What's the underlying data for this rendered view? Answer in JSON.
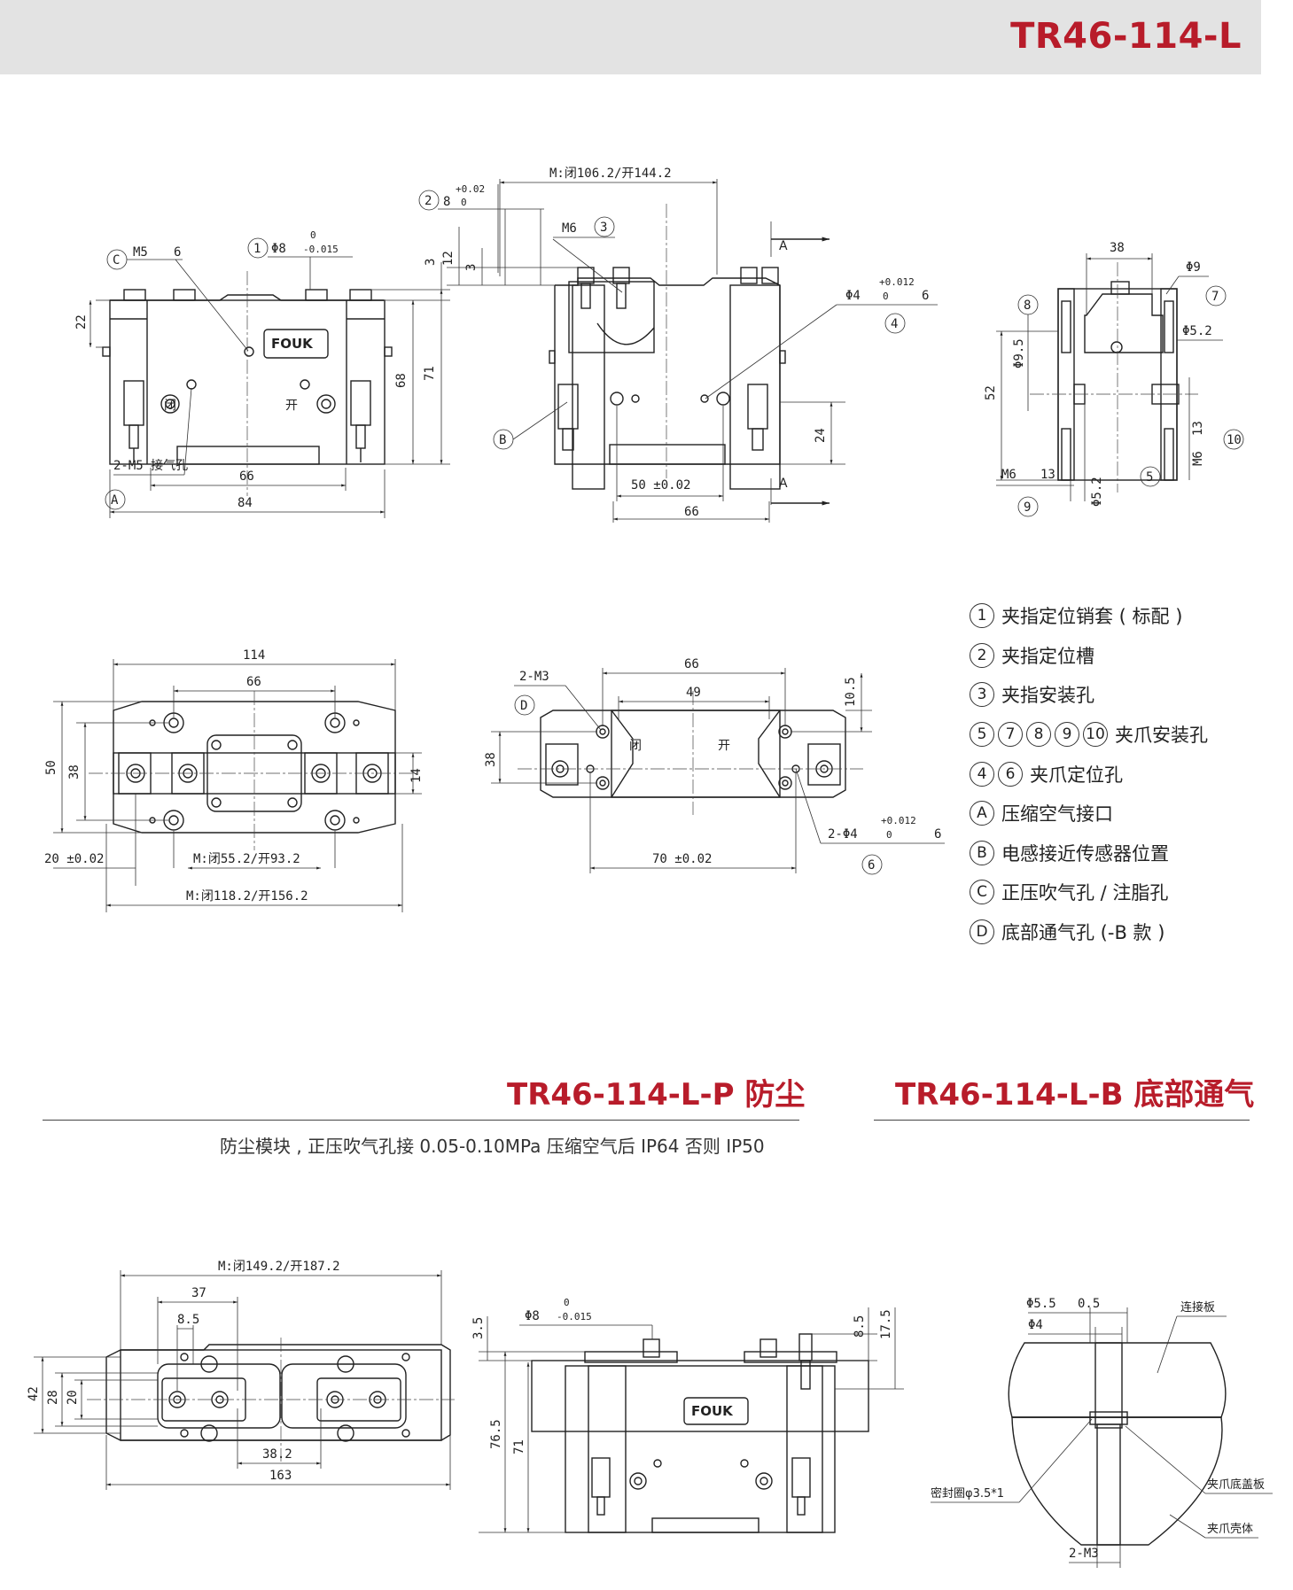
{
  "header": {
    "model": "TR46-114-L"
  },
  "view_front": {
    "labels": {
      "c_hole": "M5",
      "c_depth": "6",
      "pin": "Φ8",
      "pin_tol_upper": "0",
      "pin_tol_lower": "-0.015",
      "dim_3": "3",
      "dim_22": "22",
      "dim_68": "68",
      "dim_71": "71",
      "dim_66": "66",
      "dim_84": "84",
      "air_port": "2-M5 接气孔",
      "close": "闭",
      "open": "开",
      "logo": "FOUK"
    },
    "callouts": [
      "C",
      "1",
      "A"
    ]
  },
  "view_side": {
    "labels": {
      "stroke": "M:闭106.2/开144.2",
      "slot": "8",
      "slot_tol_upper": "+0.02",
      "slot_tol_lower": "0",
      "dim_12": "12",
      "dim_3": "3",
      "m6": "M6",
      "hole4": "Φ4",
      "hole4_tol_upper": "+0.012",
      "hole4_tol_lower": "0",
      "hole4_depth": "6",
      "dim_24": "24",
      "dim_50": "50 ±0.02",
      "dim_66": "66",
      "section": "A"
    },
    "callouts": [
      "2",
      "3",
      "4",
      "B"
    ]
  },
  "view_section": {
    "labels": {
      "dim_38": "38",
      "d9": "Φ9",
      "d52a": "Φ5.2",
      "d95": "Φ9.5",
      "dim_52": "52",
      "m6_a": "M6",
      "m6_a_depth": "13",
      "m6_b": "M6",
      "m6_b_depth": "13",
      "d52b": "Φ5.2"
    },
    "callouts": [
      "8",
      "7",
      "9",
      "5",
      "10"
    ]
  },
  "view_top": {
    "labels": {
      "dim_114": "114",
      "dim_66": "66",
      "dim_50": "50",
      "dim_38": "38",
      "dim_14": "14",
      "dim_20": "20 ±0.02",
      "stroke_a": "M:闭55.2/开93.2",
      "stroke_b": "M:闭118.2/开156.2"
    }
  },
  "view_bottom": {
    "labels": {
      "m3": "2-M3",
      "dim_66": "66",
      "dim_49": "49",
      "dim_105": "10.5",
      "dim_38": "38",
      "close": "闭",
      "open": "开",
      "hole": "2-Φ4",
      "hole_tol_upper": "+0.012",
      "hole_tol_lower": "0",
      "hole_depth": "6",
      "dim_70": "70 ±0.02"
    },
    "callouts": [
      "D",
      "6"
    ]
  },
  "legend": [
    {
      "markers": [
        "1"
      ],
      "text": "夹指定位销套 ( 标配 )"
    },
    {
      "markers": [
        "2"
      ],
      "text": "夹指定位槽"
    },
    {
      "markers": [
        "3"
      ],
      "text": "夹指安装孔"
    },
    {
      "markers": [
        "5",
        "7",
        "8",
        "9",
        "10"
      ],
      "text": "夹爪安装孔"
    },
    {
      "markers": [
        "4",
        "6"
      ],
      "text": "夹爪定位孔"
    },
    {
      "markers": [
        "A"
      ],
      "text": "压缩空气接口"
    },
    {
      "markers": [
        "B"
      ],
      "text": "电感接近传感器位置"
    },
    {
      "markers": [
        "C"
      ],
      "text": "正压吹气孔 / 注脂孔"
    },
    {
      "markers": [
        "D"
      ],
      "text": "底部通气孔 (-B 款 )"
    }
  ],
  "section_p": {
    "title": "TR46-114-L-P 防尘",
    "note": "防尘模块 , 正压吹气孔接 0.05-0.10MPa 压缩空气后 IP64 否则 IP50"
  },
  "section_b": {
    "title": "TR46-114-L-B 底部通气"
  },
  "view_p_top": {
    "labels": {
      "stroke": "M:闭149.2/开187.2",
      "dim_37": "37",
      "dim_85": "8.5",
      "dim_42": "42",
      "dim_28": "28",
      "dim_20": "20",
      "dim_382": "38.2",
      "dim_163": "163"
    }
  },
  "view_p_front": {
    "labels": {
      "dim_35": "3.5",
      "pin": "Φ8",
      "pin_tol_upper": "0",
      "pin_tol_lower": "-0.015",
      "dim_85": "8.5",
      "dim_175": "17.5",
      "dim_765": "76.5",
      "dim_71": "71",
      "logo": "FOUK"
    }
  },
  "view_b_detail": {
    "labels": {
      "d55": "Φ5.5",
      "d55_depth": "0.5",
      "d4": "Φ4",
      "plate": "连接板",
      "seal": "密封圈φ3.5*1",
      "jaw_base": "夹爪底盖板",
      "housing": "夹爪壳体",
      "m3": "2-M3"
    }
  }
}
